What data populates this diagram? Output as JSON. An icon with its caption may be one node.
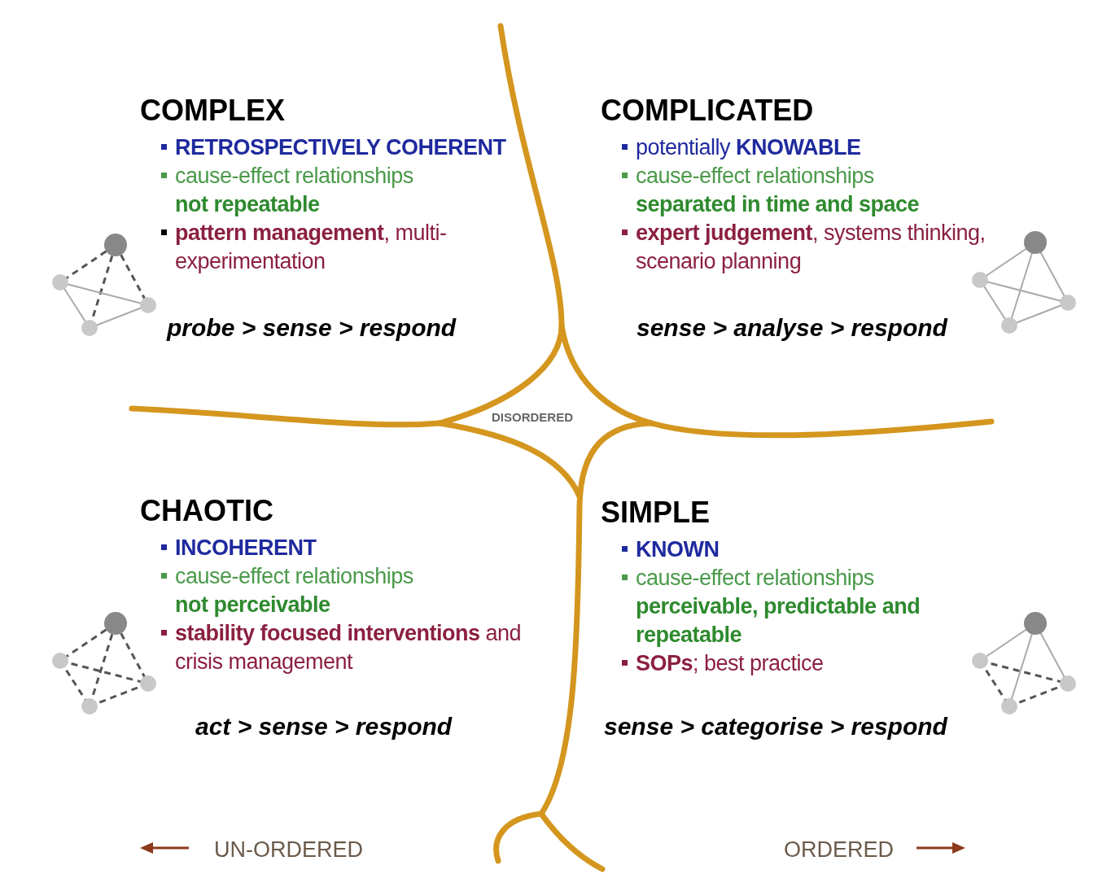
{
  "diagram": {
    "labels": [
      "COMPLEX",
      "RETROSPECTIVELY COHERENT",
      "cause-effect relationships **not repeatable**",
      "**pattern management**, multi-experimentation",
      "probe > sense > respond",
      "COMPLICATED",
      "potentially **KNOWABLE**",
      "cause-effect relationships **separated in time and space**",
      "**expert judgement**, systems thinking, scenario planning",
      "sense > analyse > respond",
      "DISORDERED",
      "CHAOTIC",
      "INCOHERENT",
      "cause-effect relationships **not perceivable**",
      "**stability focused interventions** and crisis management",
      "act > sense > respond",
      "SIMPLE",
      "KNOWN",
      "cause-effect relationships **perceivable, predictable and repeatable**",
      "**SOPs**; best practice",
      "sense > categorise > respond",
      "UN-ORDERED",
      "ORDERED"
    ]
  }
}
